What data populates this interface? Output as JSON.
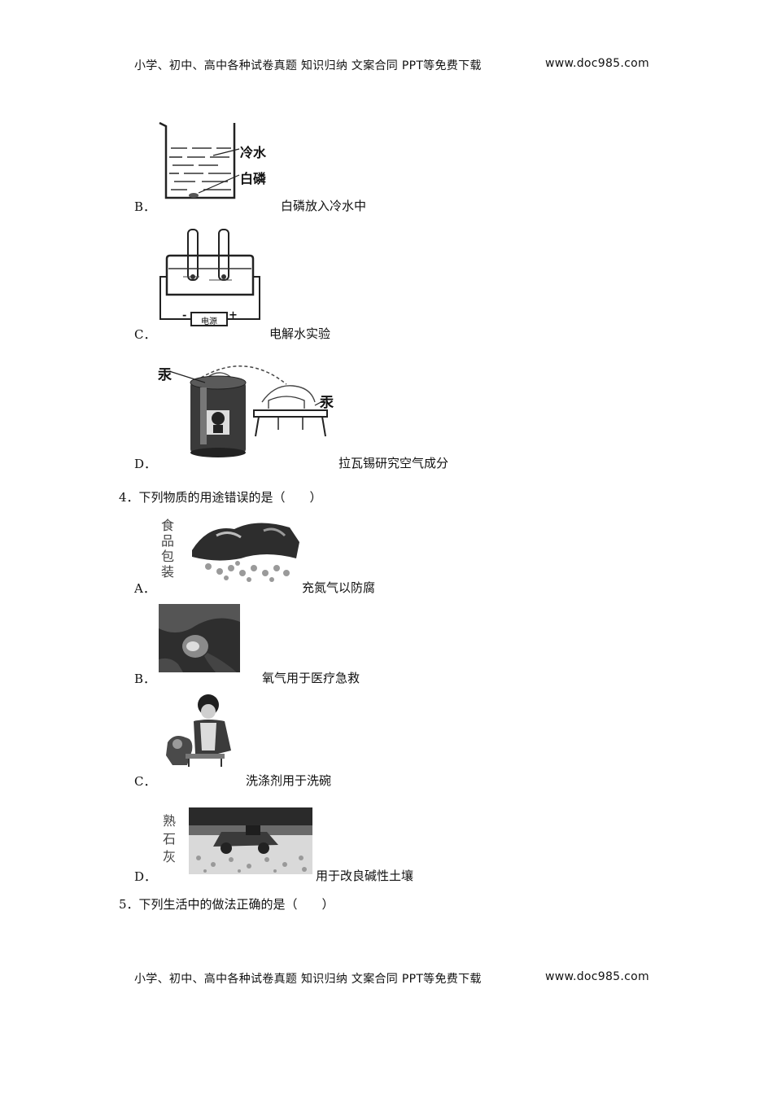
{
  "header": {
    "text": "小学、初中、高中各种试卷真题  知识归纳  文案合同  PPT等免费下载",
    "url": "www.doc985.com"
  },
  "footer": {
    "text": "小学、初中、高中各种试卷真题  知识归纳  文案合同  PPT等免费下载",
    "url": "www.doc985.com"
  },
  "q3": {
    "options": [
      {
        "letter": "B．",
        "caption": "白磷放入冷水中",
        "labels": [
          "冷水",
          "白磷"
        ]
      },
      {
        "letter": "C．",
        "caption": "电解水实验",
        "labels": [
          "电源",
          "-",
          "+"
        ]
      },
      {
        "letter": "D．",
        "caption": "拉瓦锡研究空气成分",
        "labels": [
          "汞",
          "汞"
        ]
      }
    ]
  },
  "q4": {
    "stem": "4．下列物质的用途错误的是（　　）",
    "options": [
      {
        "letter": "A．",
        "caption": "充氮气以防腐",
        "labels": [
          "食",
          "品",
          "包",
          "装"
        ]
      },
      {
        "letter": "B．",
        "caption": "氧气用于医疗急救"
      },
      {
        "letter": "C．",
        "caption": "洗涤剂用于洗碗"
      },
      {
        "letter": "D．",
        "caption": "用于改良碱性土壤",
        "labels": [
          "熟",
          "石",
          "灰"
        ]
      }
    ]
  },
  "q5": {
    "stem": "5．下列生活中的做法正确的是（　　）"
  }
}
